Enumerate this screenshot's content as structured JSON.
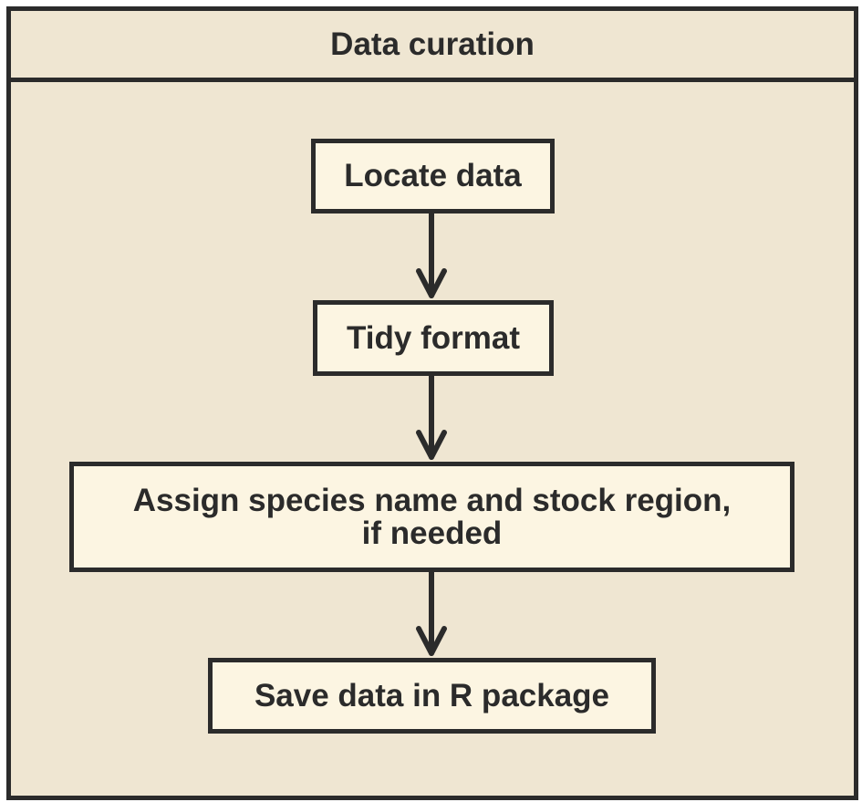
{
  "diagram": {
    "title": "Data curation",
    "nodes": [
      {
        "id": "n1",
        "lines": [
          "Locate data"
        ]
      },
      {
        "id": "n2",
        "lines": [
          "Tidy format"
        ]
      },
      {
        "id": "n3",
        "lines": [
          "Assign species name and stock region,",
          "if needed"
        ]
      },
      {
        "id": "n4",
        "lines": [
          "Save data in R package"
        ]
      }
    ],
    "edges": [
      {
        "from": "n1",
        "to": "n2"
      },
      {
        "from": "n2",
        "to": "n3"
      },
      {
        "from": "n3",
        "to": "n4"
      }
    ],
    "colors": {
      "stroke": "#2b2b2b",
      "panel_fill": "#efe6d2",
      "node_fill": "#fcf5e2"
    }
  }
}
